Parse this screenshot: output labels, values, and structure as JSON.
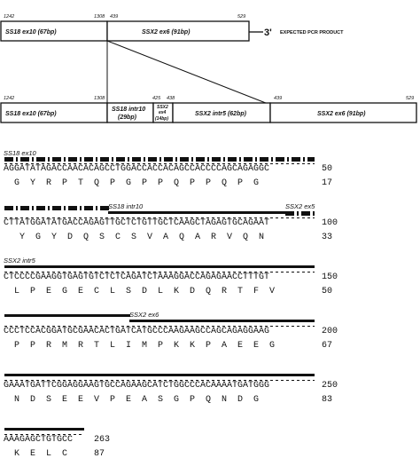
{
  "diagram": {
    "expected_label": "EXPECTED PCR PRODUCT",
    "three_prime": "3'",
    "top": {
      "n1242": "1242",
      "n1308": "1308",
      "n439": "439",
      "n529": "529",
      "ss18_ex10": "SS18 ex10 (67bp)",
      "ssx2_ex6": "SSX2 ex6 (91bp)"
    },
    "bottom": {
      "n1242": "1242",
      "n1308": "1308",
      "n425": "425",
      "n438a": "438",
      "n439": "439",
      "n529": "529",
      "ss18_ex10": "SS18 ex10 (67bp)",
      "ss18_intr10_a": "SS18 intr10",
      "ss18_intr10_b": "(29bp)",
      "ssx2_ex_a": "SSX2",
      "ssx2_ex_b": "ex4",
      "ssx2_ex_c": "(14bp)",
      "ssx2_intr5": "SSX2 intr5 (62bp)",
      "ssx2_ex6": "SSX2 ex6 (91bp)"
    }
  },
  "sequence": {
    "blocks": [
      {
        "tags": [
          "SS18 ex10"
        ],
        "nt": "AGGATATAGACCAACACAGCCTGGACCACCACAGCCACCCCAGCAGAGGC",
        "aa": "  G  Y  R  P  T  Q  P  G  P  P  Q  P  P  Q  P  G",
        "nt_pos": "50",
        "aa_pos": "17"
      },
      {
        "tags": [
          "SS18 intr10",
          "SSX2 ex5"
        ],
        "nt": "CTTATGGATATGACCAGAGTTGCTCTGTTGCTCAAGCTAGAGTGCAGAAT",
        "aa": "   Y  G  Y  D  Q  S  C  S  V  A  Q  A  R  V  Q  N",
        "nt_pos": "100",
        "aa_pos": "33"
      },
      {
        "tags": [
          "SSX2 intr5"
        ],
        "nt": "CTCCCCGAAGGTGAGTGTCTCTCAGATCTAAAGGACCAGAGAACCTTTGT",
        "aa": "  L  P  E  G  E  C  L  S  D  L  K  D  Q  R  T  F  V",
        "nt_pos": "150",
        "aa_pos": "50"
      },
      {
        "tags": [
          "SSX2 ex6"
        ],
        "nt": "CCCTCCACGGATGCGAACACTGATCATGCCCAAGAAGCCAGCAGAGGAAG",
        "aa": "  P  P  R  M  R  T  L  I  M  P  K  K  P  A  E  E  G",
        "nt_pos": "200",
        "aa_pos": "67"
      },
      {
        "tags": [],
        "nt": "GAAATGATTCGGAGGAAGTGCCAGAAGCATCTGGCCCACAAAATGATGGG",
        "aa": "  N  D  S  E  E  V  P  E  A  S  G  P  Q  N  D  G",
        "nt_pos": "250",
        "aa_pos": "83"
      },
      {
        "tags": [],
        "nt": "AAAGAGCTGTGCC",
        "aa": "  K  E  L  C",
        "nt_pos": "263",
        "aa_pos": "87"
      }
    ]
  }
}
